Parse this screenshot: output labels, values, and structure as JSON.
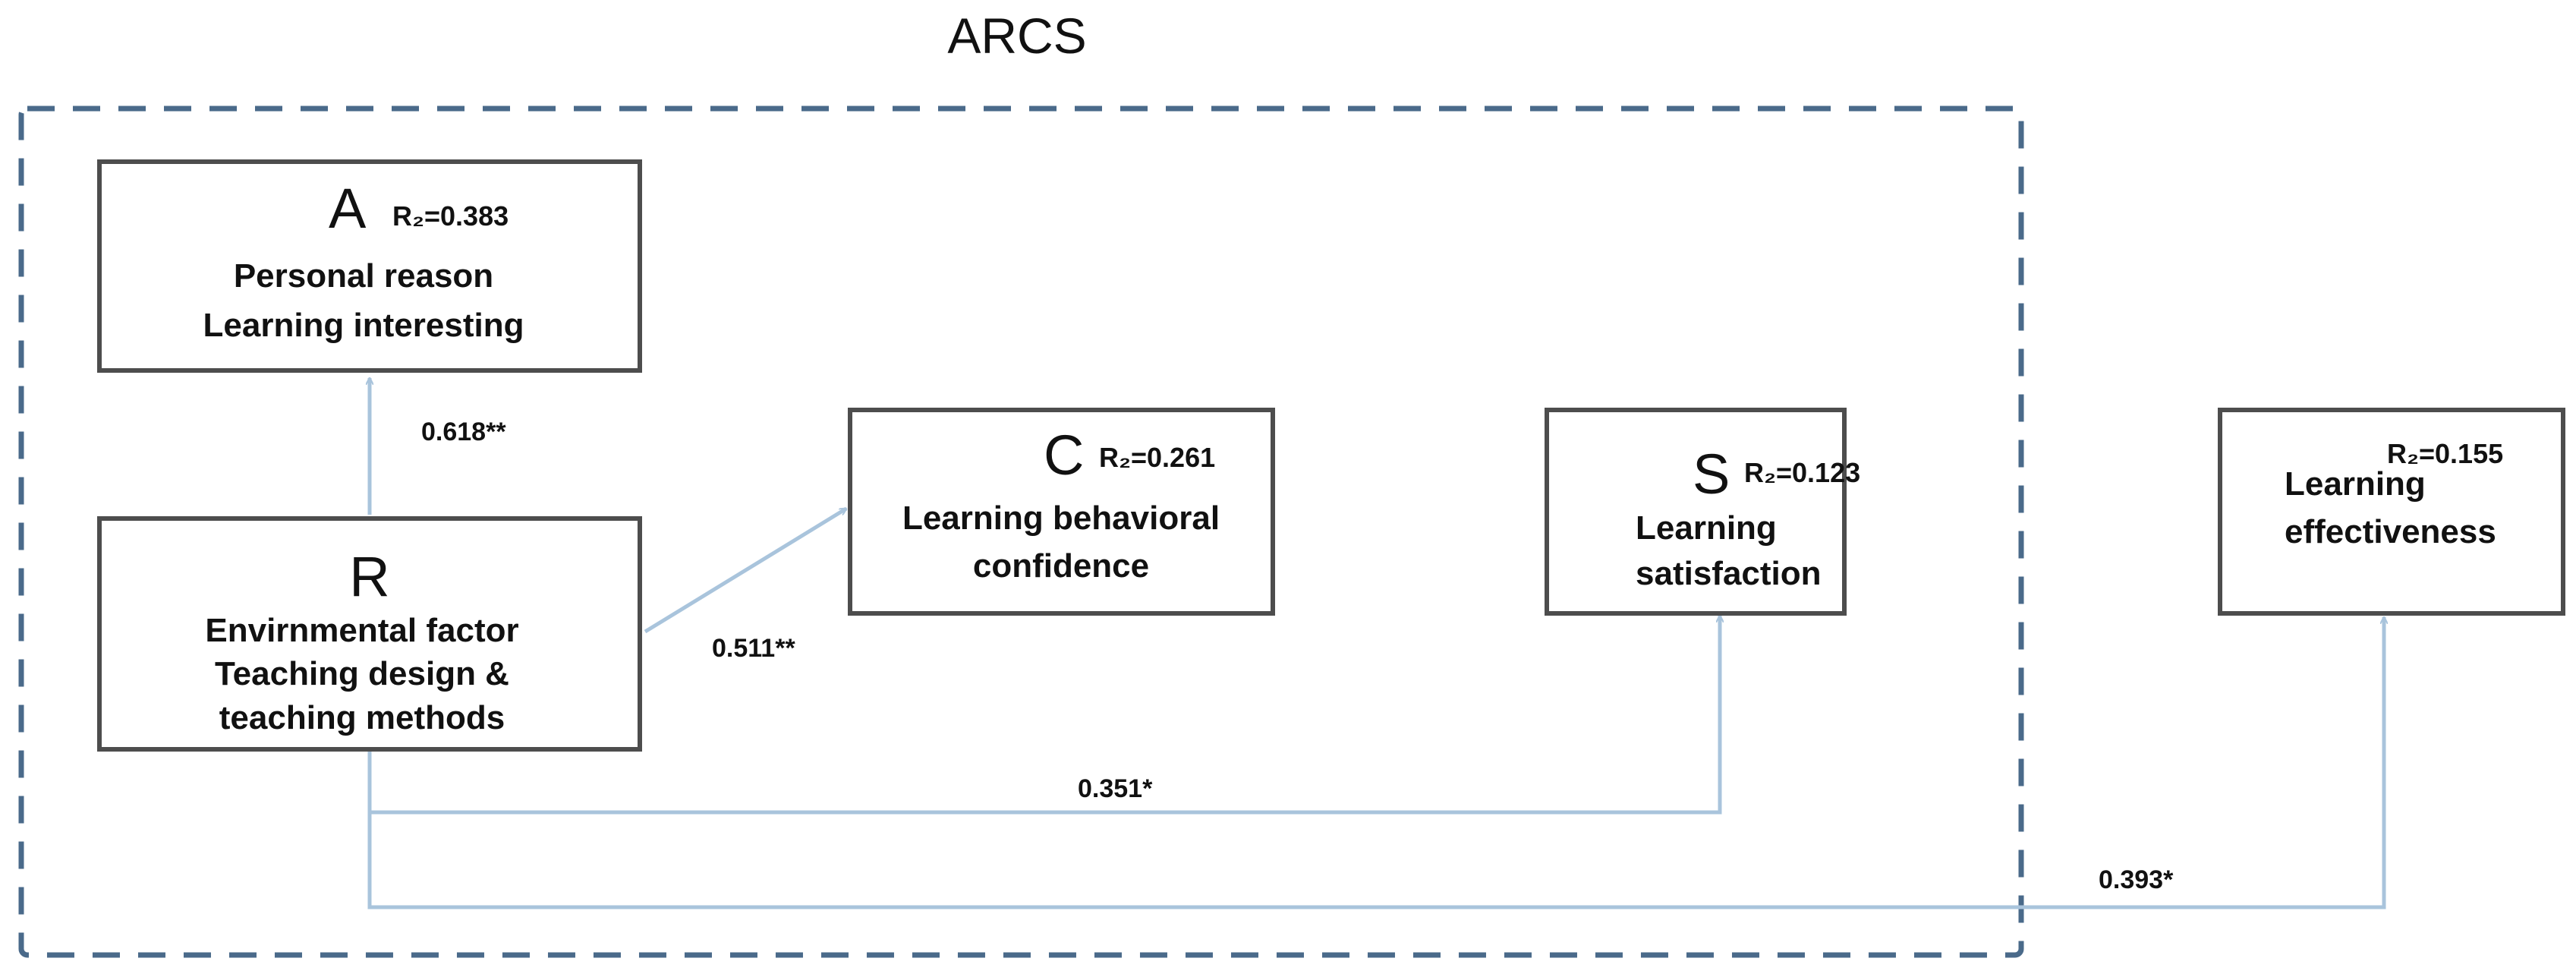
{
  "title": "ARCS",
  "colors": {
    "frame": "#4a6a8a",
    "arrows": "#a9c4dc",
    "box_border": "#4d4d4d",
    "text": "#111111"
  },
  "nodes": {
    "A": {
      "letter": "A",
      "r2": "R₂=0.383",
      "lines": [
        "Personal reason",
        "Learning interesting"
      ]
    },
    "C": {
      "letter": "C",
      "r2": "R₂=0.261",
      "lines": [
        "Learning behavioral",
        "confidence"
      ]
    },
    "S": {
      "letter": "S",
      "r2": "R₂=0.123",
      "lines": [
        "Learning",
        "satisfaction"
      ]
    },
    "R": {
      "letter": "R",
      "lines": [
        "Envirnmental factor",
        "Teaching design &",
        "teaching methods"
      ]
    },
    "LE": {
      "r2": "R₂=0.155",
      "lines": [
        "Learning",
        "effectiveness"
      ]
    }
  },
  "paths": [
    {
      "from": "R",
      "to": "A",
      "coef": "0.618**"
    },
    {
      "from": "R",
      "to": "C",
      "coef": "0.511**"
    },
    {
      "from": "R",
      "to": "S",
      "coef": "0.351*"
    },
    {
      "from": "R",
      "to": "LE",
      "coef": "0.393*"
    }
  ]
}
